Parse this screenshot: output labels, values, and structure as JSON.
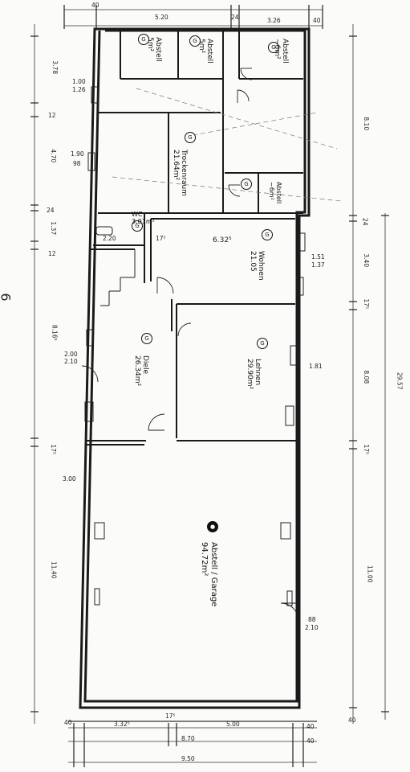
{
  "sheet_number": "6",
  "rooms": [
    {
      "id": "abstell-1",
      "name": "Abstell",
      "area": "5m²",
      "marker": "G"
    },
    {
      "id": "abstell-2",
      "name": "Abstell",
      "area": "5m²",
      "marker": "G"
    },
    {
      "id": "abstell-3",
      "name": "Abstell",
      "area": "~6m²",
      "marker": "G"
    },
    {
      "id": "trockenraum",
      "name": "Trockenraum",
      "area": "21.64m²",
      "marker": "G"
    },
    {
      "id": "abstell-4",
      "name": "Abstell",
      "area": "~6m²",
      "marker": "G"
    },
    {
      "id": "wc",
      "name": "WC",
      "area": "3.01m²",
      "marker": "G"
    },
    {
      "id": "wohnen",
      "name": "Wohnen",
      "area": "21.05",
      "marker": "G"
    },
    {
      "id": "diele",
      "name": "Diele",
      "area": "26.34m²",
      "marker": "G"
    },
    {
      "id": "lehnen",
      "name": "Lehnen",
      "area": "29.90m²",
      "marker": "G"
    },
    {
      "id": "garage",
      "name": "Abstell / Garage",
      "area": "94.72m²",
      "marker": "●"
    }
  ],
  "dimensions": {
    "top": [
      "40",
      "5.20",
      "24",
      "3.26",
      "40"
    ],
    "left": [
      "3.78",
      "1.00",
      "1.26",
      "12",
      "4.70",
      "1.90",
      "98",
      "24",
      "1.37",
      "12",
      "2.20",
      "17⁵",
      "8.16⁵",
      "2.00",
      "2.10",
      "17⁵",
      "3.00",
      "11.40"
    ],
    "right": [
      "8.10",
      "24",
      "3.40",
      "1.51",
      "1.37",
      "17⁵",
      "8.08",
      "1.81",
      "29.57",
      "17⁵",
      "11.00",
      "88",
      "2.10",
      "40"
    ],
    "interior": [
      "6.32⁵"
    ],
    "bottom": [
      "40",
      "3.32⁵",
      "17⁵",
      "5.00",
      "40",
      "8.70",
      "40",
      "9.50"
    ]
  }
}
